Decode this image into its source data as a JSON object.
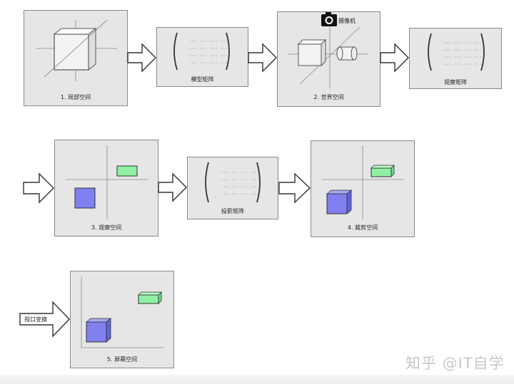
{
  "boxes": {
    "local_space": "1. 局部空间",
    "model_matrix": "模型矩阵",
    "world_space": "2. 世界空间",
    "view_matrix": "观察矩阵",
    "view_space": "3. 观察空间",
    "projection_matrix": "投影矩阵",
    "clip_space": "4. 裁剪空间",
    "screen_space": "5. 屏幕空间"
  },
  "camera_label": "摄像机",
  "viewport_label": "视口变换",
  "watermark": "知乎 @IT自学",
  "colors": {
    "box_fill": "#e6e6e6",
    "box_border": "#8a8a8a",
    "green_shape": "#8ff0a4",
    "blue_shape": "#8080f0"
  }
}
